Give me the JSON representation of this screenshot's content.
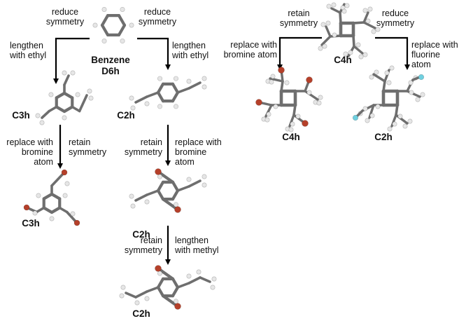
{
  "colors": {
    "carbon": "#8a8a8a",
    "hydrogen": "#e6e6e6",
    "bromine": "#b5402a",
    "fluorine": "#6fd0e0",
    "arrow": "#000000"
  },
  "nodes": {
    "benzene": {
      "name": "Benzene",
      "symmetry": "D6h"
    },
    "triethyl": {
      "symmetry": "C3h"
    },
    "tribromo": {
      "symmetry": "C3h"
    },
    "diethyl": {
      "symmetry": "C2h"
    },
    "dibromo": {
      "symmetry": "C2h"
    },
    "dipropyl": {
      "symmetry": "C2h"
    },
    "cyclobutadiene": {
      "symmetry": "C4h"
    },
    "tetrabromo": {
      "symmetry": "C4h"
    },
    "difluoro": {
      "symmetry": "C2h"
    }
  },
  "edges": {
    "benz_left": {
      "top": "reduce\nsymmetry",
      "side": "lengthen\nwith ethyl"
    },
    "benz_right": {
      "top": "reduce\nsymmetry",
      "side": "lengthen\nwith ethyl"
    },
    "left_down": {
      "left": "replace with\nbromine atom",
      "right": "retain\nsymmetry"
    },
    "mid_down1": {
      "left": "retain\nsymmetry",
      "right": "replace with\nbromine atom"
    },
    "mid_down2": {
      "left": "retain\nsymmetry",
      "right": "lengthen\nwith methyl"
    },
    "c4h_left": {
      "top": "retain\nsymmetry",
      "side": "replace with\nbromine atom"
    },
    "c4h_right": {
      "top": "reduce\nsymmetry",
      "side": "replace with\nfluorine atom"
    }
  }
}
